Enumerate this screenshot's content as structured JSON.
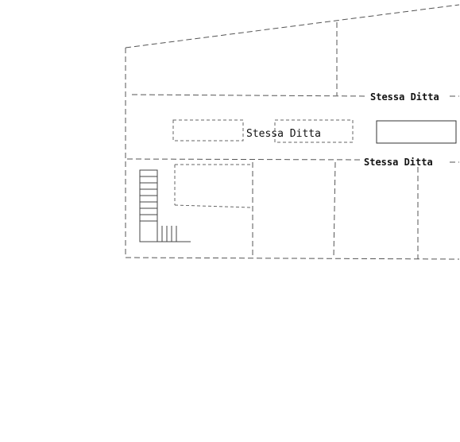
{
  "labels": {
    "upper_strip": "Stessa Ditta",
    "middle_box": "Stessa Ditta",
    "lower_strip": "Stessa Ditta"
  },
  "colors": {
    "line": "#555555",
    "text": "#111111",
    "background": "#ffffff"
  }
}
